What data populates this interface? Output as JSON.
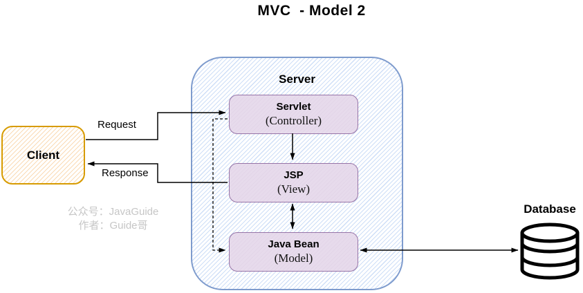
{
  "title": "MVC  - Model 2",
  "client": {
    "label": "Client"
  },
  "server": {
    "label": "Server",
    "boxes": [
      {
        "name": "Servlet",
        "role": "(Controller)"
      },
      {
        "name": "JSP",
        "role": "(View)"
      },
      {
        "name": "Java Bean",
        "role": "(Model)"
      }
    ]
  },
  "flows": {
    "request_label": "Request",
    "response_label": "Response"
  },
  "database": {
    "label": "Database",
    "icon": "database-cylinder-icon"
  },
  "watermark": {
    "line1": "公众号：JavaGuide",
    "line2": "作者：Guide哥"
  },
  "colors": {
    "client_border": "#d79b00",
    "client_fill_hatch": "#ffe6cc",
    "server_border": "#7e9bcd",
    "server_fill_hatch": "#dae8fc",
    "component_border": "#9673a6",
    "component_fill": "#e7dbec",
    "arrow": "#000000",
    "watermark_text": "#c6c6c6",
    "title_text": "#000000"
  }
}
